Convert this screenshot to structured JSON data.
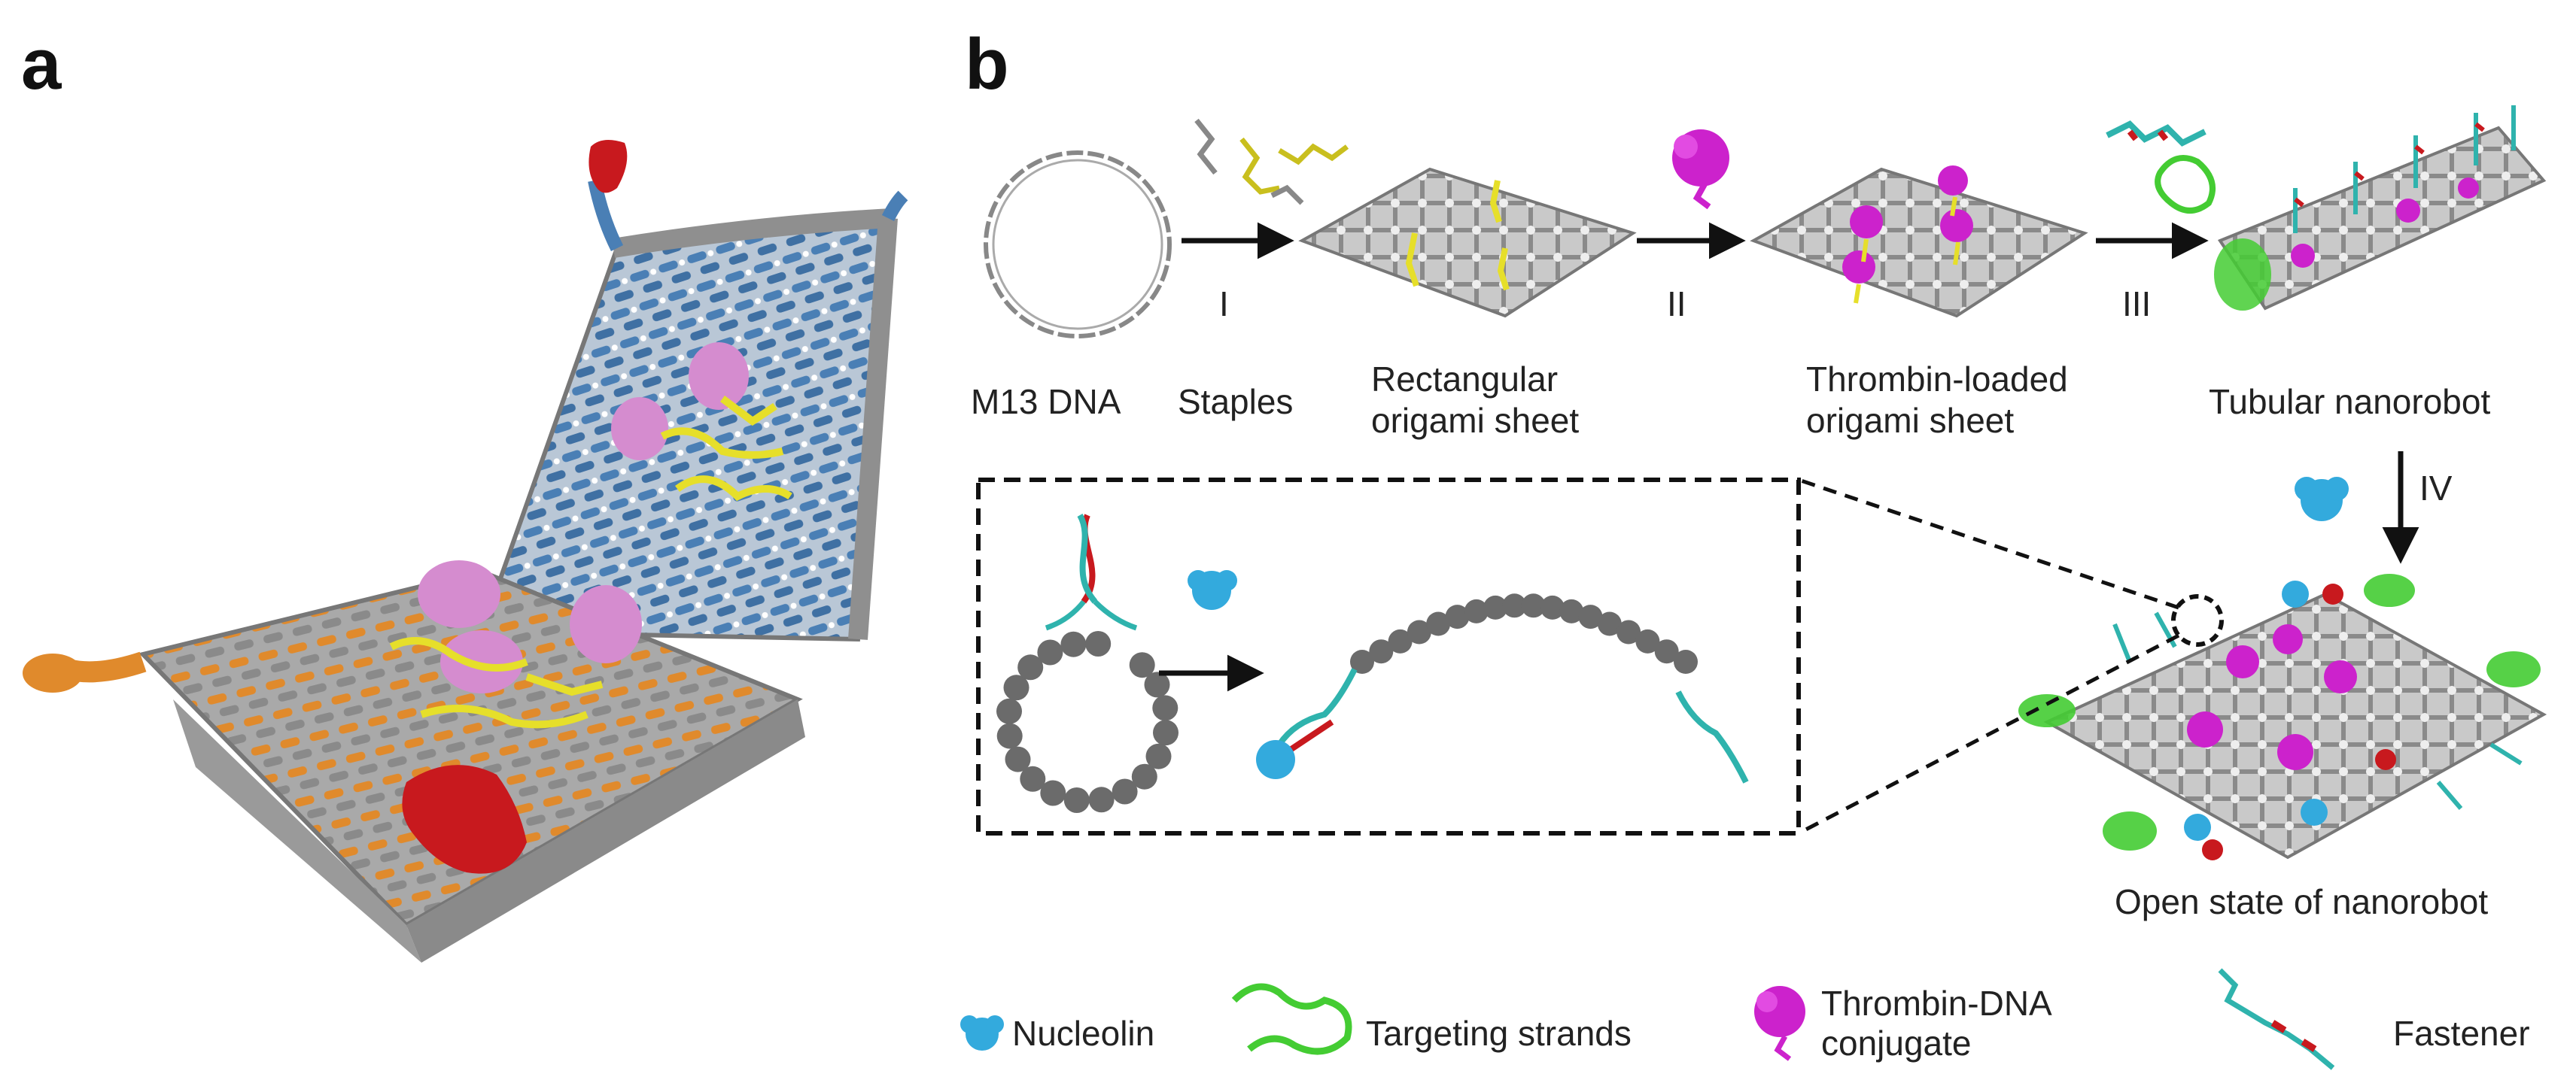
{
  "panels": {
    "a": "a",
    "b": "b"
  },
  "steps": {
    "s1": "I",
    "s2": "II",
    "s3": "III",
    "s4": "IV"
  },
  "labels": {
    "m13": "M13 DNA",
    "staples": "Staples",
    "sheet_l1": "Rectangular",
    "sheet_l2": "origami sheet",
    "loaded_l1": "Thrombin-loaded",
    "loaded_l2": "origami sheet",
    "tubular": "Tubular nanorobot",
    "open": "Open state of nanorobot"
  },
  "legend": {
    "nucleolin": "Nucleolin",
    "targeting": "Targeting strands",
    "thrombin_l1": "Thrombin-DNA",
    "thrombin_l2": "conjugate",
    "fastener": "Fastener"
  },
  "colors": {
    "gray_dna": "#9a9a9a",
    "blue_helix": "#4a7fb5",
    "orange_helix": "#e08a2c",
    "red_protein": "#c8191e",
    "pink_protein": "#d58ccf",
    "yellow_strand": "#e6df2a",
    "magenta_thrombin": "#cc22cc",
    "cyan_nucleolin": "#33aadd",
    "green_targeting": "#44cc33",
    "teal_fastener": "#2fb3ad"
  }
}
